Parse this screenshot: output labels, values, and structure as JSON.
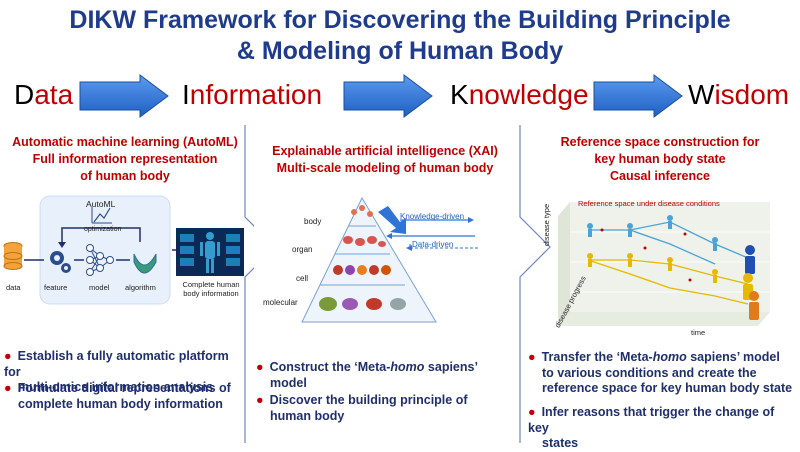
{
  "title": {
    "line1": "DIKW Framework for Discovering the Building Principle",
    "line2": "& Modeling of Human Body"
  },
  "dikw": [
    {
      "first": "D",
      "rest": "ata"
    },
    {
      "first": "I",
      "rest": "nformation"
    },
    {
      "first": "K",
      "rest": "nowledge"
    },
    {
      "first": "W",
      "rest": "isdom"
    }
  ],
  "colors": {
    "title": "#1f3b8c",
    "accent_red": "#c00000",
    "arrow_blue": "#2e74d6",
    "bullet_text": "#1f2f6e"
  },
  "col1": {
    "heading": [
      "Automatic machine learning (AutoML)",
      "Full information representation",
      "of human body"
    ],
    "diagram": {
      "automl": "AutoML",
      "optimization": "optimization",
      "data": "data",
      "feature": "feature",
      "model": "model",
      "algorithm": "algorithm",
      "output": [
        "Complete human",
        "body information"
      ]
    },
    "bullets": [
      [
        "Establish a fully automatic platform for",
        "multi-omics information analysis"
      ],
      [
        "Formulate digital representations of",
        "complete human body information"
      ]
    ]
  },
  "col2": {
    "heading": [
      "Explainable artificial intelligence (XAI)",
      "Multi-scale modeling of human body"
    ],
    "pyramid": {
      "levels": [
        "body",
        "organ",
        "cell",
        "molecular"
      ],
      "knowledge_driven": "Knowledge-driven",
      "data_driven": "Data-driven"
    },
    "bullets": [
      {
        "pre": "Construct the  ‘Meta-",
        "italic": "homo",
        "post": " sapiens’",
        "line2": "model"
      },
      {
        "line1": "Discover the building principle of",
        "line2": "human body"
      }
    ]
  },
  "col3": {
    "heading": [
      "Reference space construction for",
      "key human body state",
      "Causal inference"
    ],
    "diagram": {
      "caption": "Reference space under disease conditions",
      "axis_type": "disease type",
      "axis_progress": "disease progress",
      "axis_time": "time"
    },
    "bullets": [
      {
        "pre": "Transfer the  ‘Meta-",
        "italic": "homo",
        "post": " sapiens’  model",
        "lines": [
          "to various conditions and create the",
          "reference space for key human body state"
        ]
      },
      {
        "lines0": "Infer reasons that trigger the change of key",
        "lines1": "states"
      }
    ]
  }
}
